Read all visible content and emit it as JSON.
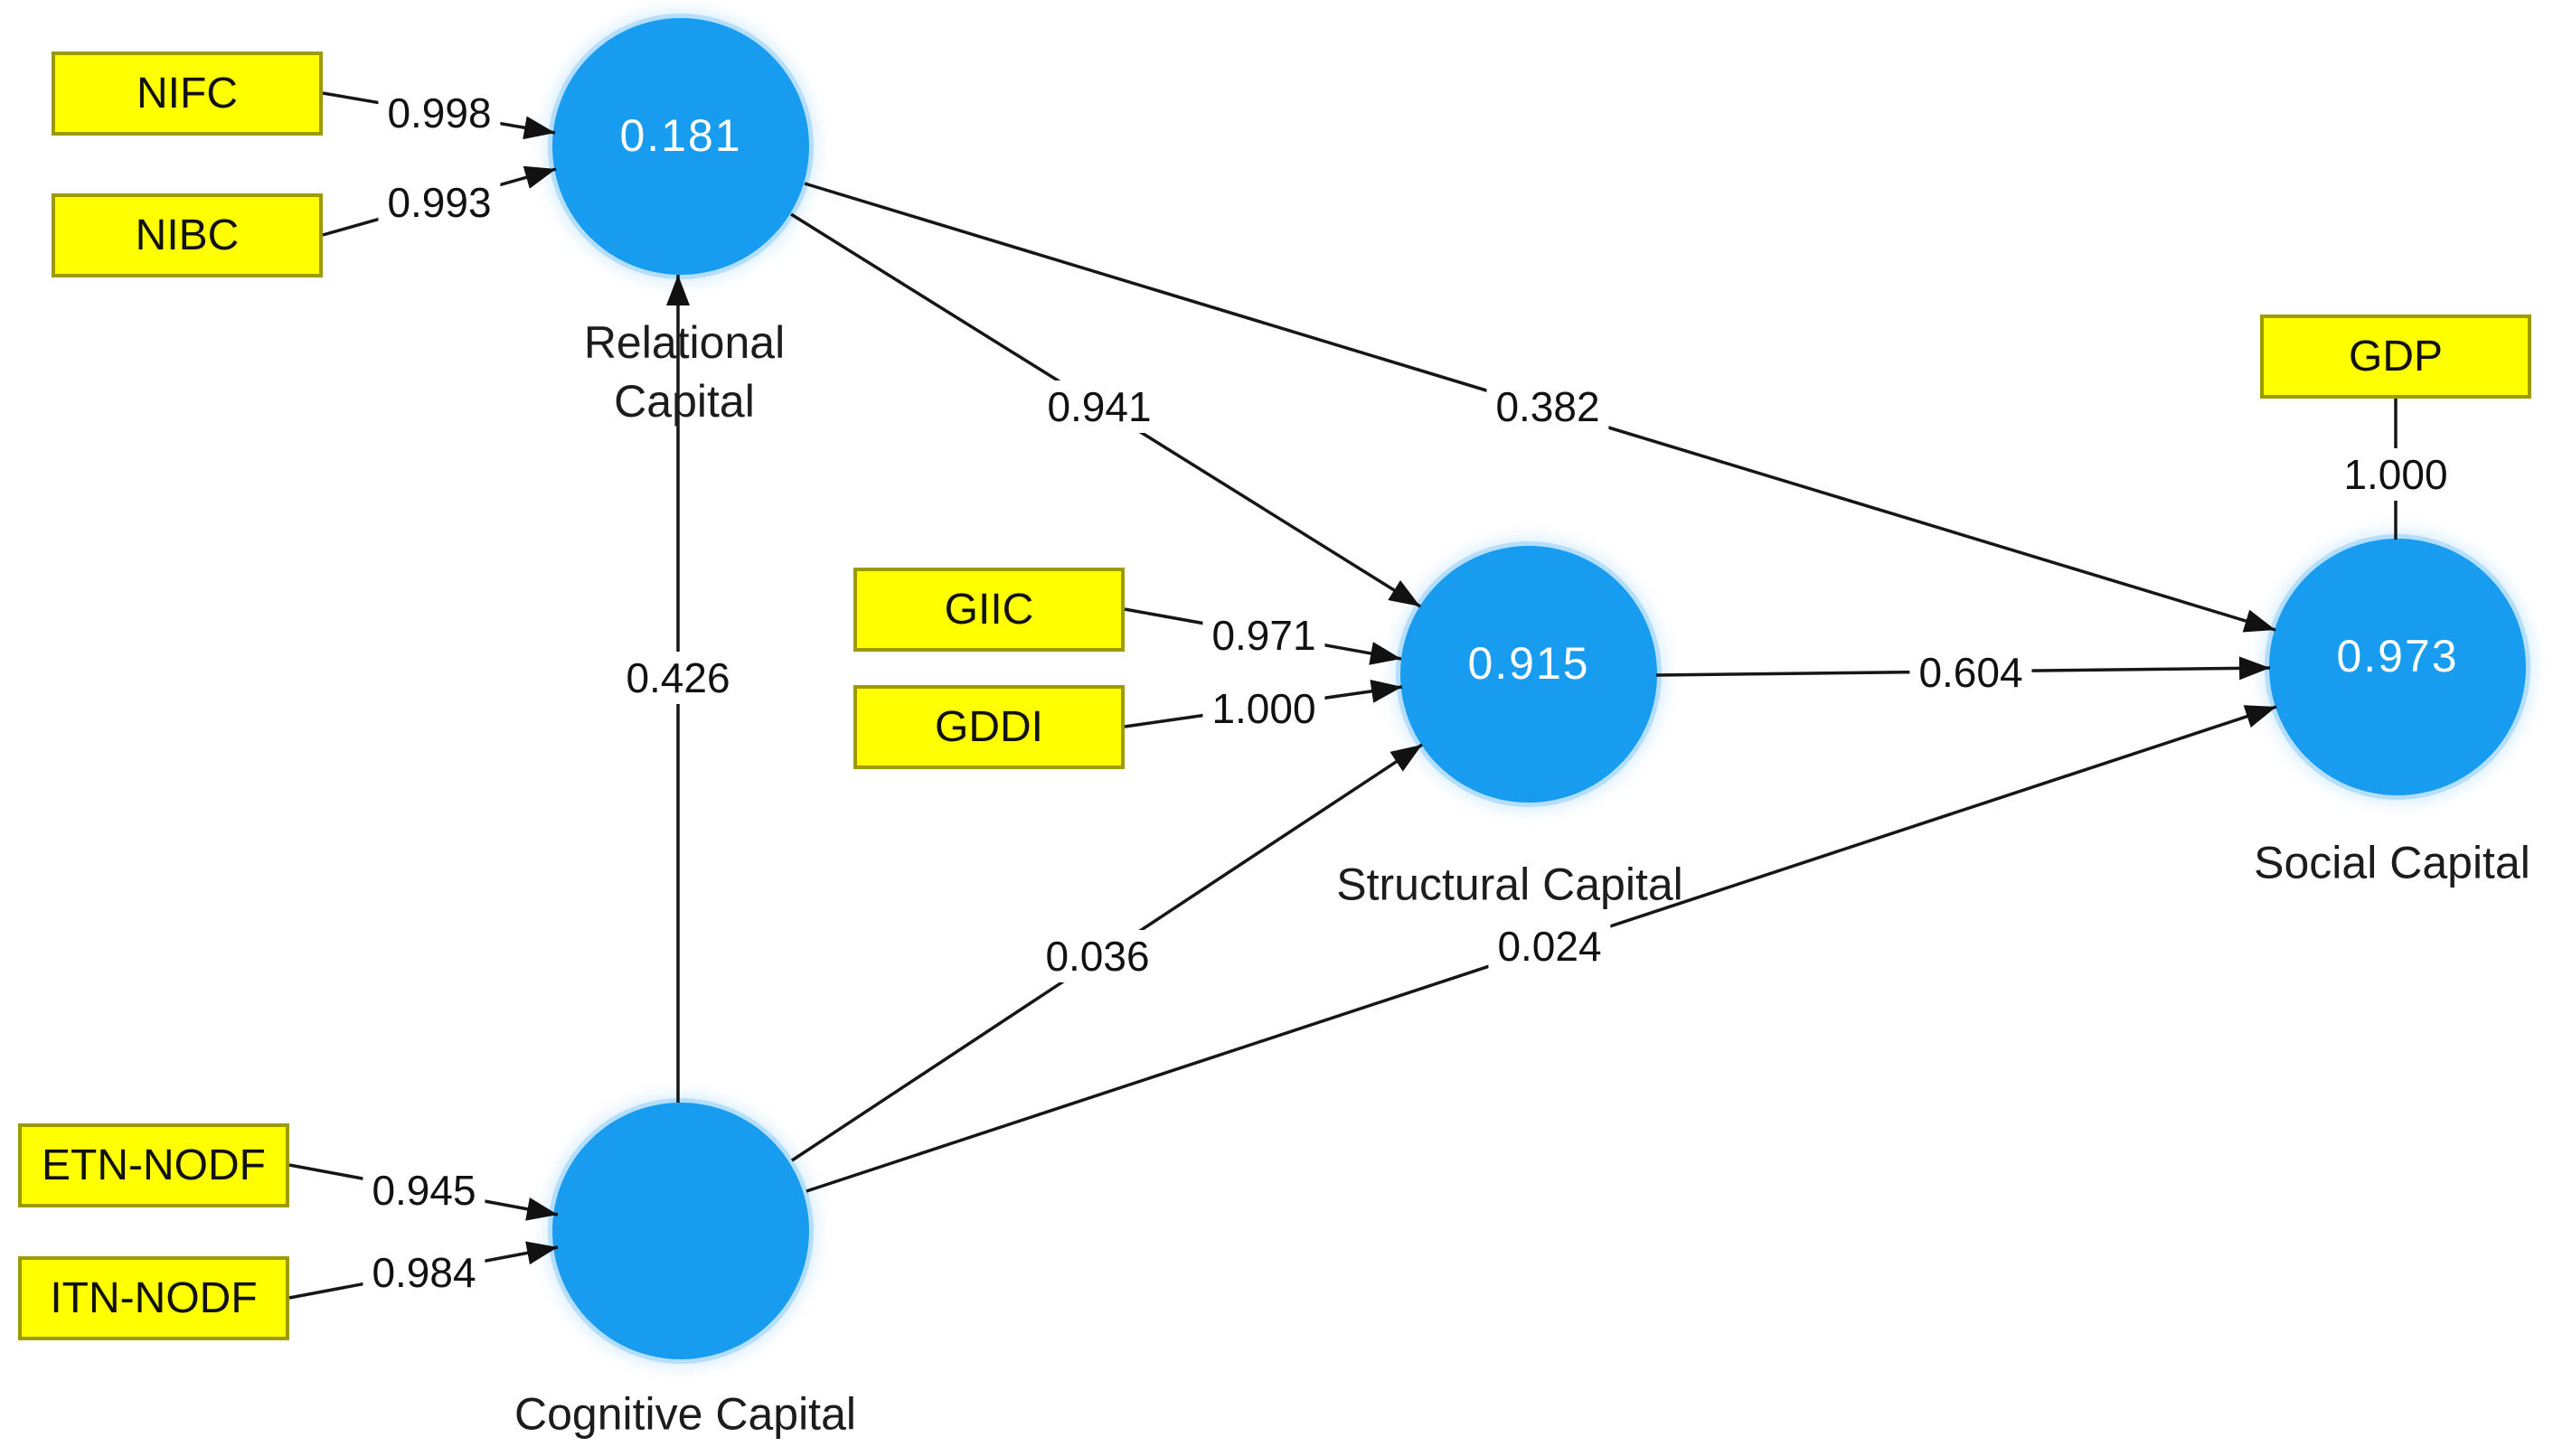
{
  "diagram": {
    "type": "PLS-SEM path model",
    "constructs": {
      "relational": {
        "label": "Relational Capital",
        "value": "0.181"
      },
      "cognitive": {
        "label": "Cognitive Capital",
        "value": ""
      },
      "structural": {
        "label": "Structural Capital",
        "value": "0.915"
      },
      "social": {
        "label": "Social Capital",
        "value": "0.973"
      }
    },
    "indicators": {
      "nifc": {
        "label": "NIFC",
        "loading": "0.998",
        "construct": "Relational Capital"
      },
      "nibc": {
        "label": "NIBC",
        "loading": "0.993",
        "construct": "Relational Capital"
      },
      "etn_nodf": {
        "label": "ETN-NODF",
        "loading": "0.945",
        "construct": "Cognitive Capital"
      },
      "itn_nodf": {
        "label": "ITN-NODF",
        "loading": "0.984",
        "construct": "Cognitive Capital"
      },
      "giic": {
        "label": "GIIC",
        "loading": "0.971",
        "construct": "Structural Capital"
      },
      "gddi": {
        "label": "GDDI",
        "loading": "1.000",
        "construct": "Structural Capital"
      },
      "gdp": {
        "label": "GDP",
        "loading": "1.000",
        "construct": "Social Capital"
      }
    },
    "paths": {
      "cognitive_to_relational": {
        "coefficient": "0.426"
      },
      "relational_to_structural": {
        "coefficient": "0.941"
      },
      "relational_to_social": {
        "coefficient": "0.382"
      },
      "cognitive_to_structural": {
        "coefficient": "0.036"
      },
      "cognitive_to_social": {
        "coefficient": "0.024"
      },
      "structural_to_social": {
        "coefficient": "0.604"
      }
    },
    "colors": {
      "construct_fill": "#189CF0",
      "construct_value_text": "#FFFFFF",
      "indicator_fill": "#FFFF00",
      "indicator_border": "#9C9C00",
      "line": "#161616",
      "background": "#FFFFFF"
    }
  }
}
